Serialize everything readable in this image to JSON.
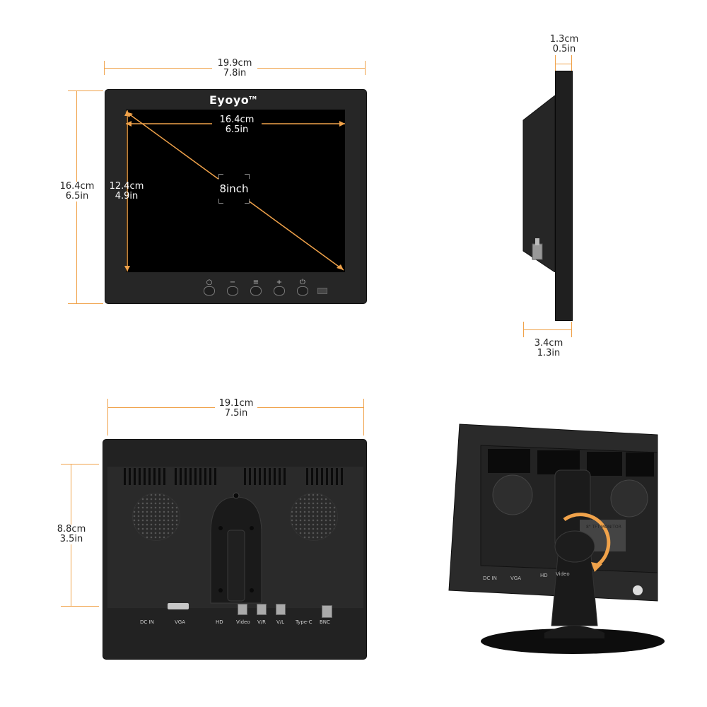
{
  "brand": "Eyoyo",
  "brand_tm": "TM",
  "front": {
    "width_cm": "19.9cm",
    "width_in": "7.8in",
    "height_cm": "16.4cm",
    "height_in": "6.5in",
    "screen_width_cm": "16.4cm",
    "screen_width_in": "6.5in",
    "screen_height_cm": "12.4cm",
    "screen_height_in": "4.9in",
    "diagonal_label": "8inch",
    "buttons": [
      {
        "name": "source",
        "symbol": "○"
      },
      {
        "name": "minus",
        "symbol": "−"
      },
      {
        "name": "menu",
        "symbol": "≡"
      },
      {
        "name": "plus",
        "symbol": "+"
      },
      {
        "name": "power",
        "symbol": "⏻"
      }
    ]
  },
  "side": {
    "thickness_cm": "1.3cm",
    "thickness_in": "0.5in",
    "depth_cm": "3.4cm",
    "depth_in": "1.3in"
  },
  "back": {
    "width_cm": "19.1cm",
    "width_in": "7.5in",
    "height_cm": "8.8cm",
    "height_in": "3.5in",
    "ports": [
      "DC IN",
      "VGA",
      "HD",
      "Video",
      "V/R",
      "V/L",
      "Type-C",
      "BNC"
    ]
  },
  "stand": {
    "ports": [
      "DC IN",
      "VGA",
      "HD",
      "Video"
    ],
    "sticker_text": "8\" TFT MONITOR"
  },
  "colors": {
    "accent": "#f0a24a",
    "bezel": "#262626",
    "screen": "#000000"
  }
}
